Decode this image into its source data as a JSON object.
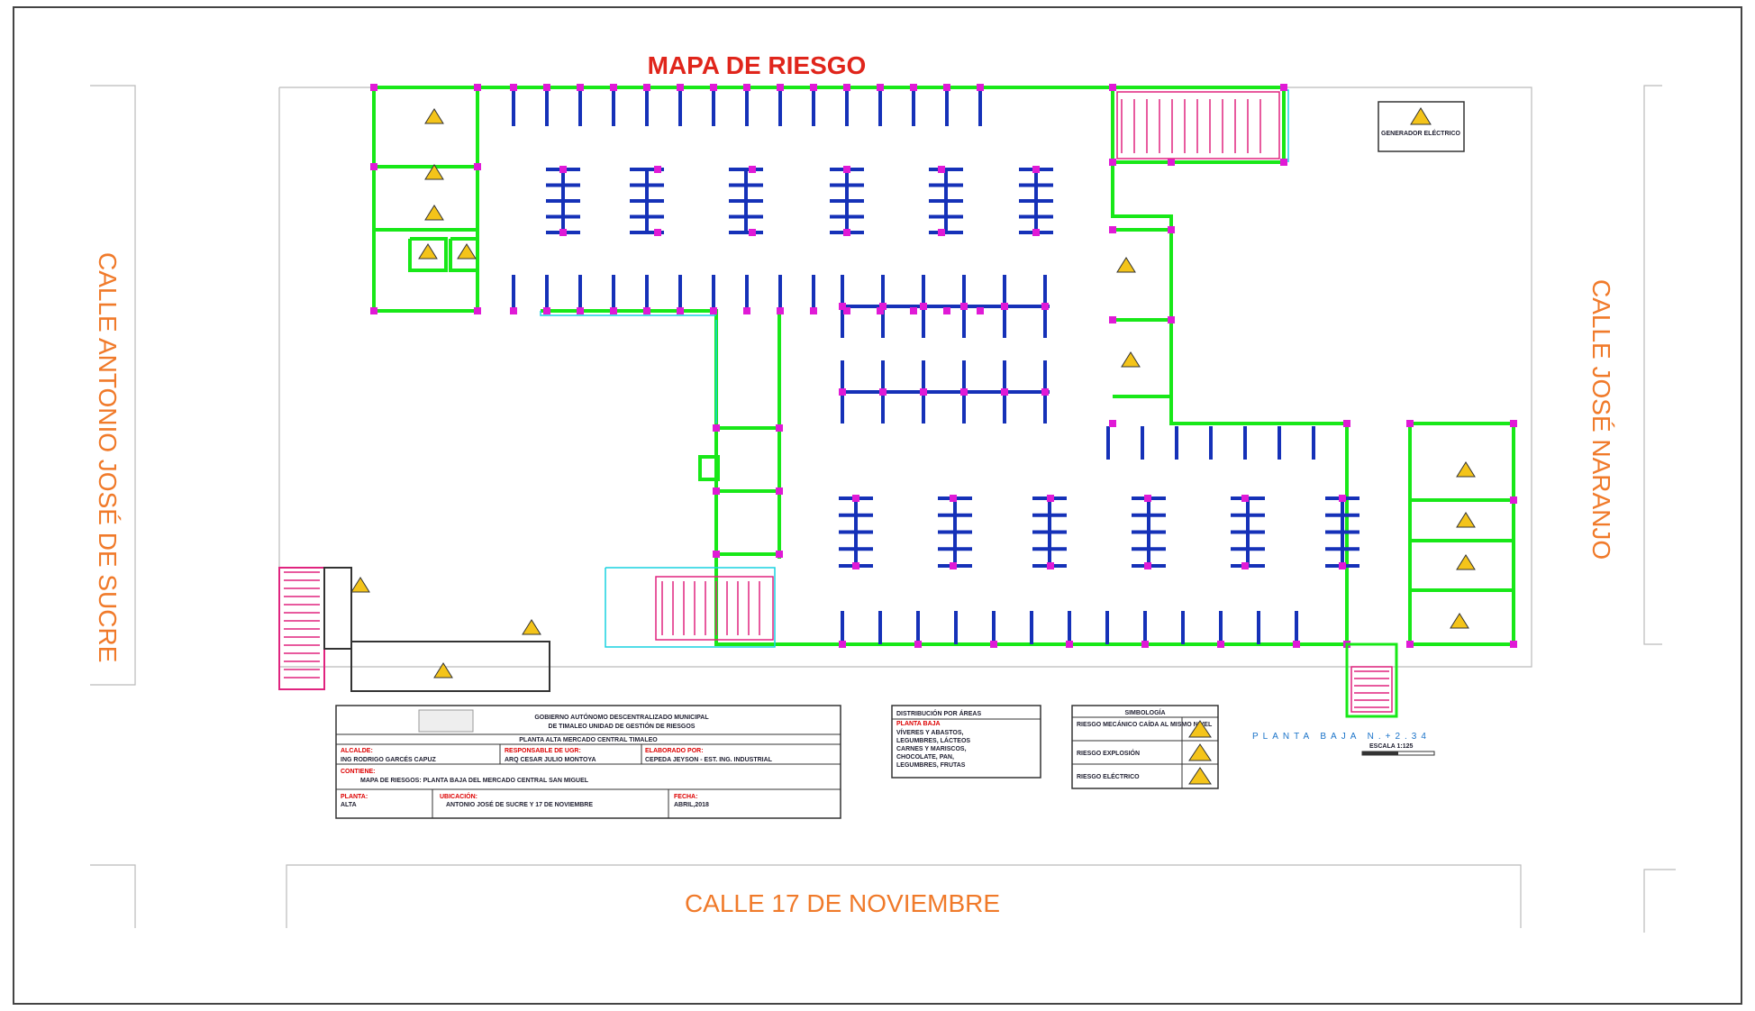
{
  "map": {
    "title": "MAPA DE RIESGO",
    "generator_label": "GENERADOR ELÉCTRICO",
    "floor_label": "PLANTA  BAJA N.+2.34",
    "scale_label": "ESCALA 1:125"
  },
  "streets": {
    "left": "CALLE ANTONIO JOSÉ DE SUCRE",
    "right": "CALLE JOSÉ NARANJO",
    "bottom": "CALLE 17 DE NOVIEMBRE"
  },
  "title_block": {
    "institution_line1": "GOBIERNO AUTÓNOMO DESCENTRALIZADO MUNICIPAL",
    "institution_line2": "DE TIMALEO UNIDAD DE GESTIÓN DE RIESGOS",
    "project": "PLANTA ALTA MERCADO CENTRAL TIMALEO",
    "mayor_label": "ALCALDE:",
    "mayor": "ING RODRIGO GARCÉS CAPUZ",
    "responsible_label": "RESPONSABLE DE UGR:",
    "responsible": "ARQ CESAR JULIO MONTOYA",
    "author_label": "ELABORADO POR:",
    "author": "CEPEDA JEYSON - EST. ING. INDUSTRIAL",
    "content_label": "CONTIENE:",
    "content": "MAPA DE RIESGOS: PLANTA BAJA DEL MERCADO CENTRAL SAN MIGUEL",
    "floor_field_label": "PLANTA:",
    "floor_field": "ALTA",
    "location_label": "UBICACIÓN:",
    "location": "ANTONIO JOSÉ DE SUCRE Y 17 DE NOVIEMBRE",
    "date_label": "FECHA:",
    "date": "ABRIL,2018"
  },
  "areas": {
    "heading": "DISTRIBUCIÓN POR ÁREAS",
    "subheading": "PLANTA BAJA",
    "lines": [
      "VÍVERES Y ABASTOS,",
      "LEGUMBRES, LÁCTEOS",
      "CARNES Y MARISCOS,",
      "CHOCOLATE, PAN,",
      "LEGUMBRES, FRUTAS"
    ]
  },
  "legend": {
    "heading": "SIMBOLOGÍA",
    "items": [
      {
        "label": "RIESGO MECÁNICO CAÍDA AL MISMO NIVEL",
        "icon": "warning-triangle-icon"
      },
      {
        "label": "RIESGO EXPLOSIÓN",
        "icon": "explosion-triangle-icon"
      },
      {
        "label": "RIESGO ELÉCTRICO",
        "icon": "electric-triangle-icon"
      }
    ]
  },
  "colors": {
    "walls": "#18e818",
    "stalls": "#1531b8",
    "columns": "#e01ad6",
    "stairs": "#e0247f",
    "warning": "#f4c41a",
    "title": "#e0251b",
    "streets": "#f07a2a"
  }
}
